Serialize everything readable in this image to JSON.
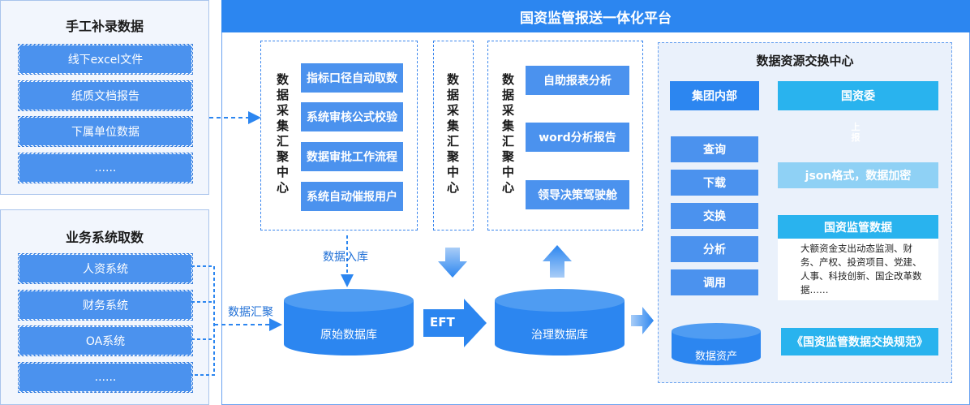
{
  "platform_title": "国资监管报送一体化平台",
  "manual": {
    "title": "手工补录数据",
    "items": [
      "线下excel文件",
      "纸质文档报告",
      "下属单位数据",
      "......"
    ]
  },
  "business": {
    "title": "业务系统取数",
    "items": [
      "人资系统",
      "财务系统",
      "OA系统",
      "......"
    ]
  },
  "collect_center_1": {
    "title": "数据采集汇聚中心",
    "items": [
      "指标口径自动取数",
      "系统审核公式校验",
      "数据审批工作流程",
      "系统自动催报用户"
    ]
  },
  "collect_center_2": {
    "title": "数据采集汇聚中心"
  },
  "collect_center_3": {
    "title": "数据采集汇聚中心",
    "items": [
      "自助报表分析",
      "word分析报告",
      "领导决策驾驶舱"
    ]
  },
  "labels": {
    "data_in": "数据入库",
    "data_gather": "数据汇聚",
    "eft": "EFT"
  },
  "databases": {
    "raw": "原始数据库",
    "governed": "治理数据库",
    "asset": "数据资产"
  },
  "exchange": {
    "title": "数据资源交换中心",
    "group_internal": "集团内部",
    "sasac": "国资委",
    "ops": [
      "查询",
      "下载",
      "交换",
      "分析",
      "调用"
    ],
    "report_up": "上报",
    "json_fmt": "json格式，数据加密",
    "sasac_data": "国资监管数据",
    "sasac_desc": "大额资金支出动态监测、财务、产权、投资项目、党建、人事、科技创新、国企改革数据……",
    "spec": "《国资监管数据交换规范》"
  },
  "colors": {
    "primary": "#2c86f0",
    "box": "#4b92ee",
    "cyan": "#29b3ee",
    "panel_bg": "#f2f6fd"
  }
}
